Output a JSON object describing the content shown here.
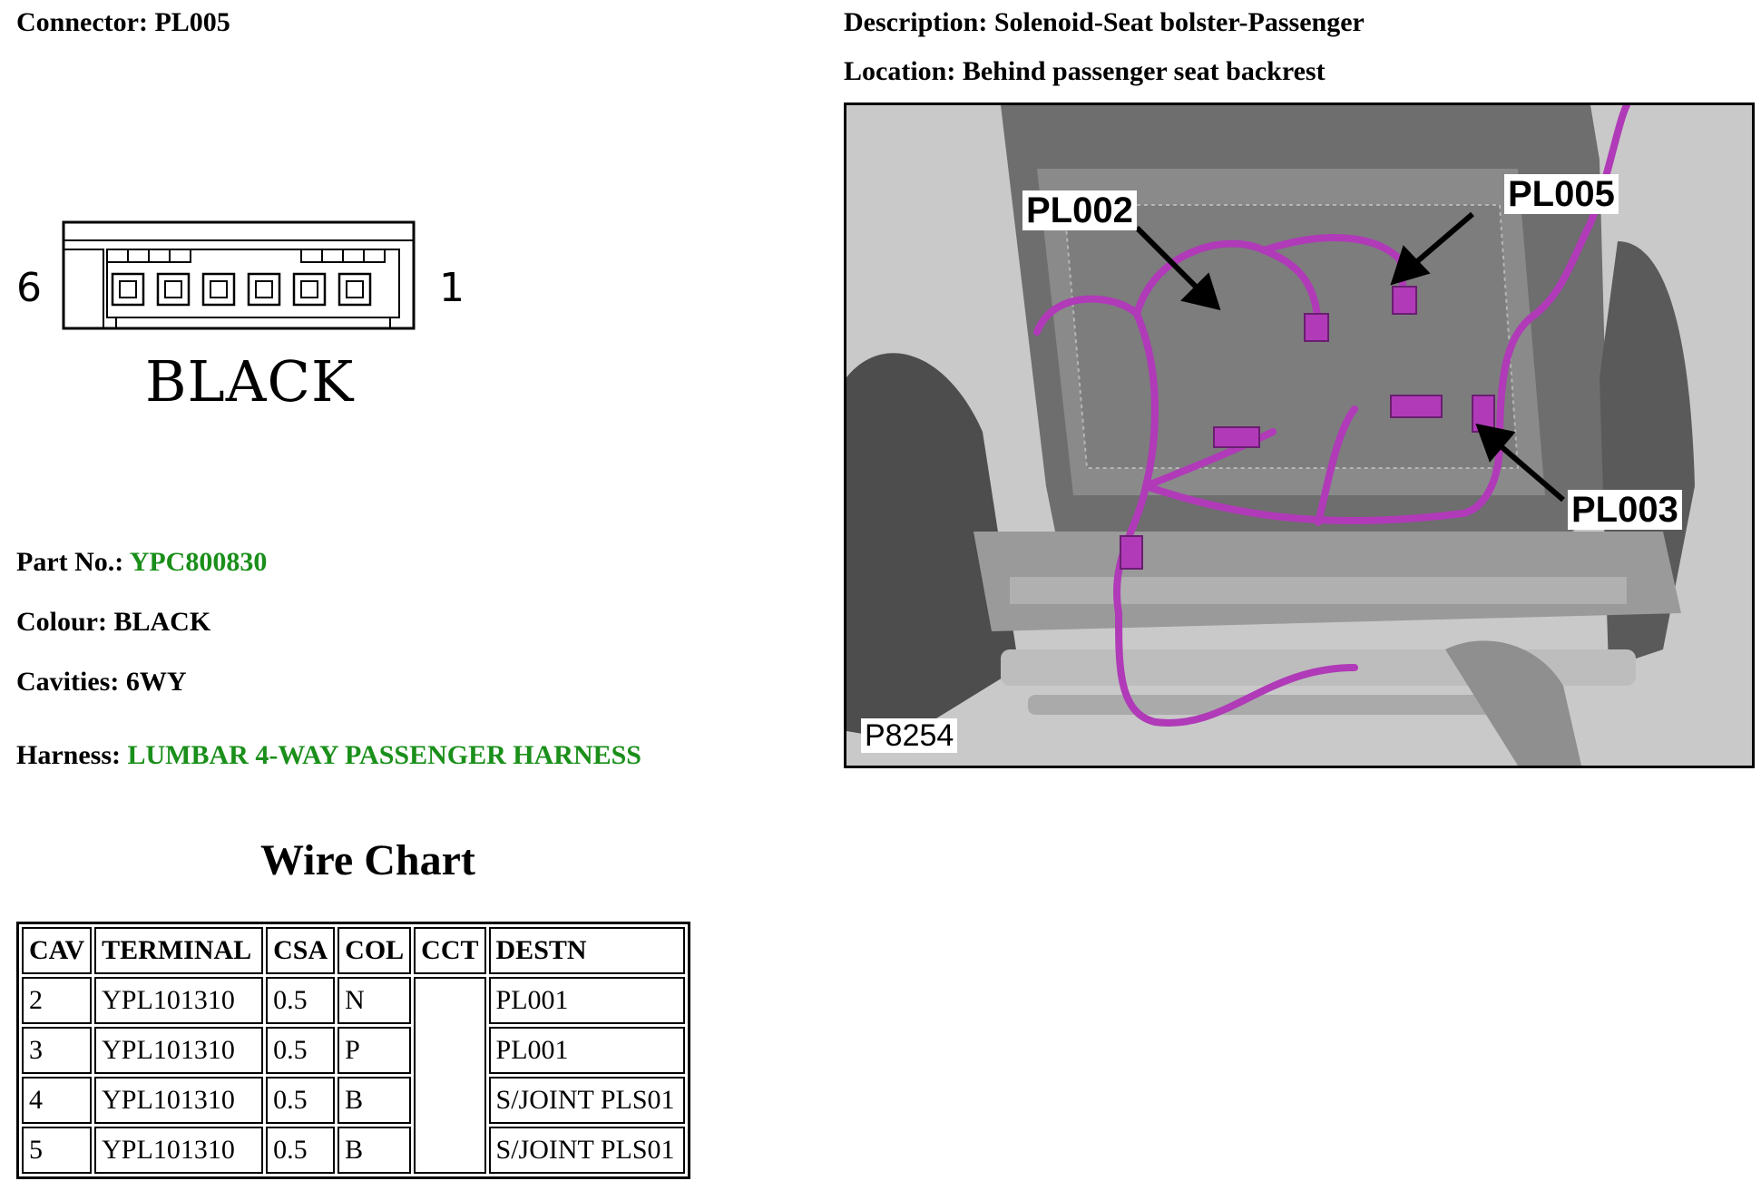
{
  "connector": {
    "label": "Connector:",
    "value": "PL005"
  },
  "description": {
    "label": "Description:",
    "value": "Solenoid-Seat bolster-Passenger"
  },
  "location": {
    "label": "Location:",
    "value": "Behind passenger seat backrest"
  },
  "diagram": {
    "pin_left": "6",
    "pin_right": "1",
    "colour_text": "BLACK"
  },
  "details": {
    "part_no": {
      "label": "Part No.:",
      "value": "YPC800830"
    },
    "colour": {
      "label": "Colour:",
      "value": "BLACK"
    },
    "cavities": {
      "label": "Cavities:",
      "value": "6WY"
    },
    "harness": {
      "label": "Harness:",
      "value": "LUMBAR 4-WAY PASSENGER HARNESS"
    }
  },
  "wire_chart": {
    "title": "Wire Chart",
    "headers": [
      "CAV",
      "TERMINAL",
      "CSA",
      "COL",
      "CCT",
      "DESTN"
    ],
    "rows": [
      {
        "cav": "2",
        "terminal": "YPL101310",
        "csa": "0.5",
        "col": "N",
        "destn": "PL001"
      },
      {
        "cav": "3",
        "terminal": "YPL101310",
        "csa": "0.5",
        "col": "P",
        "destn": "PL001"
      },
      {
        "cav": "4",
        "terminal": "YPL101310",
        "csa": "0.5",
        "col": "B",
        "destn": "S/JOINT PLS01"
      },
      {
        "cav": "5",
        "terminal": "YPL101310",
        "csa": "0.5",
        "col": "B",
        "destn": "S/JOINT PLS01"
      }
    ]
  },
  "photo": {
    "figure_id": "P8254",
    "callouts": [
      "PL002",
      "PL005",
      "PL003"
    ],
    "harness_color": "#b03ab8"
  },
  "colors": {
    "link_green": "#1a8f1a"
  }
}
